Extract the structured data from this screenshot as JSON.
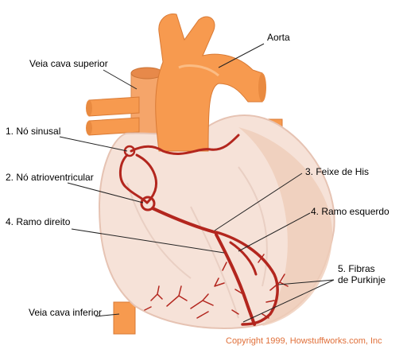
{
  "labels": {
    "aorta": "Aorta",
    "veia_cava_superior": "Veia cava superior",
    "no_sinusal": "1. Nó sinusal",
    "no_atrioventricular": "2. Nó atrioventricular",
    "feixe_de_his": "3. Feixe de His",
    "ramo_direito": "4. Ramo direito",
    "ramo_esquerdo": "4. Ramo esquerdo",
    "fibras_line1": "5. Fibras",
    "fibras_line2": "de Purkinje",
    "veia_cava_inferior": "Veia cava inferior"
  },
  "copyright": "Copyright 1999, Howstuffworks.com, Inc",
  "colors": {
    "vessel_orange": "#f79a4f",
    "vessel_dark": "#d97a35",
    "heart_body": "#f6e2d8",
    "heart_outline": "#e6c3b3",
    "conduction_red": "#b3261e",
    "label_text": "#000000",
    "copyright_text": "#e0703a"
  }
}
